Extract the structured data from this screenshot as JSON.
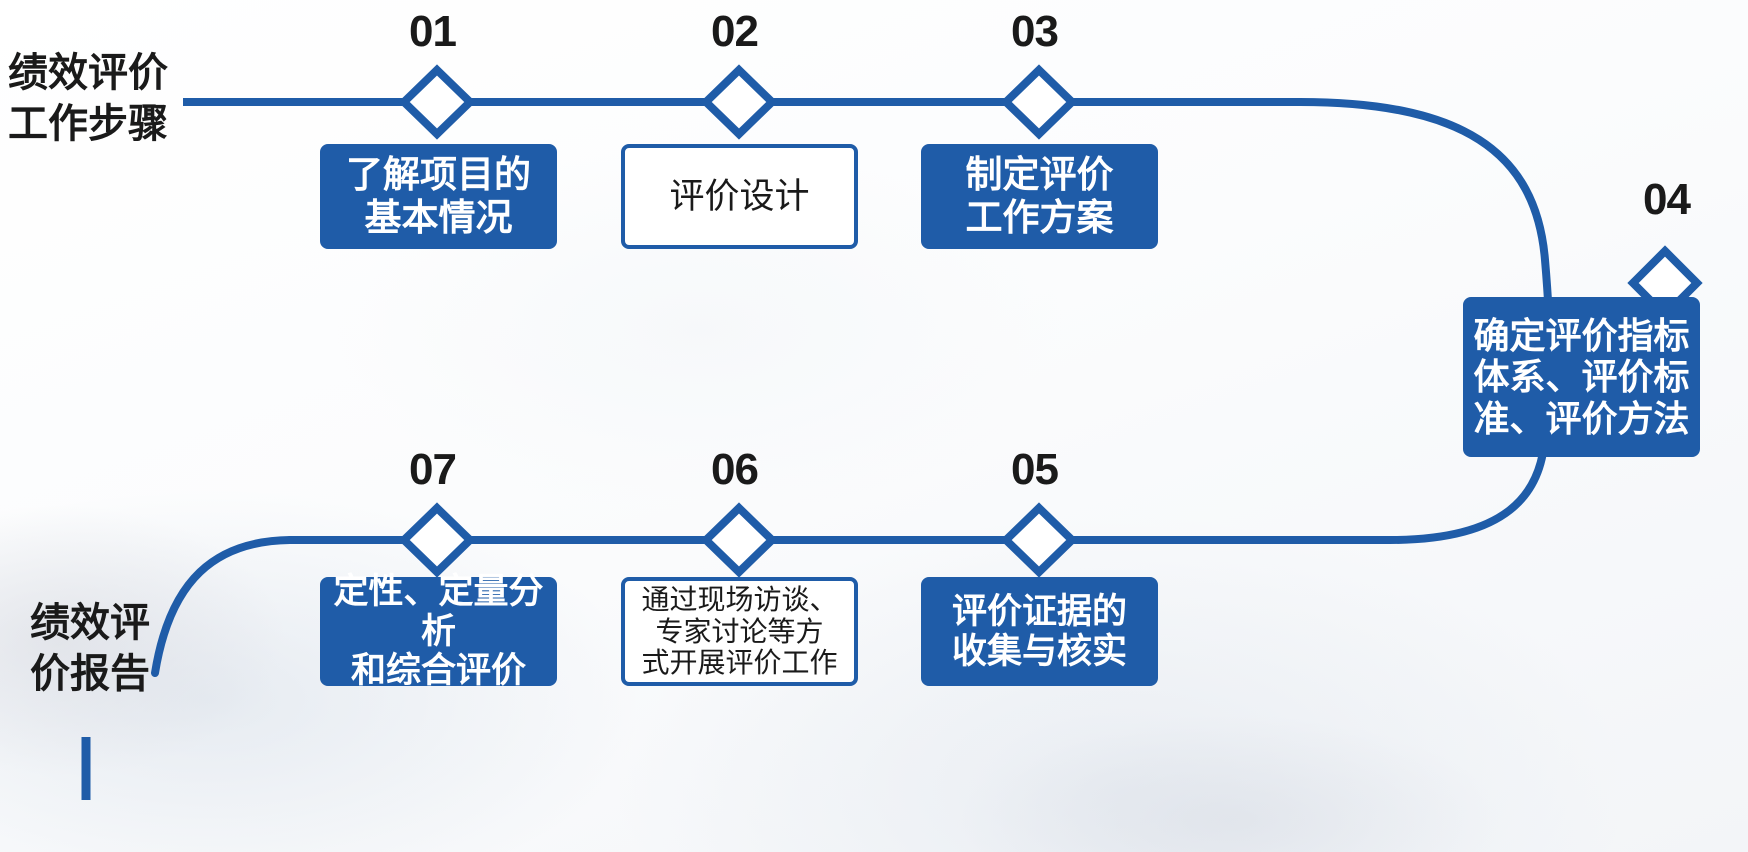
{
  "diagram": {
    "title_left_top": "绩效评价\n工作步骤",
    "title_left_bottom": "绩效评\n价报告",
    "accent_color": "#1F5CA8",
    "text_dark": "#1a1a1a",
    "steps": [
      {
        "number": "01",
        "label": "了解项目的\n基本情况",
        "style": "filled",
        "row": "top"
      },
      {
        "number": "02",
        "label": "评价设计",
        "style": "outline",
        "row": "top"
      },
      {
        "number": "03",
        "label": "制定评价\n工作方案",
        "style": "filled",
        "row": "top"
      },
      {
        "number": "04",
        "label": "确定评价指标\n体系、评价标\n准、评价方法",
        "style": "filled",
        "row": "right"
      },
      {
        "number": "05",
        "label": "评价证据的\n收集与核实",
        "style": "filled",
        "row": "bottom"
      },
      {
        "number": "06",
        "label": "通过现场访谈、\n专家讨论等方\n式开展评价工作",
        "style": "outline",
        "row": "bottom"
      },
      {
        "number": "07",
        "label": "定性、定量分析\n和综合评价",
        "style": "filled",
        "row": "bottom"
      }
    ]
  }
}
